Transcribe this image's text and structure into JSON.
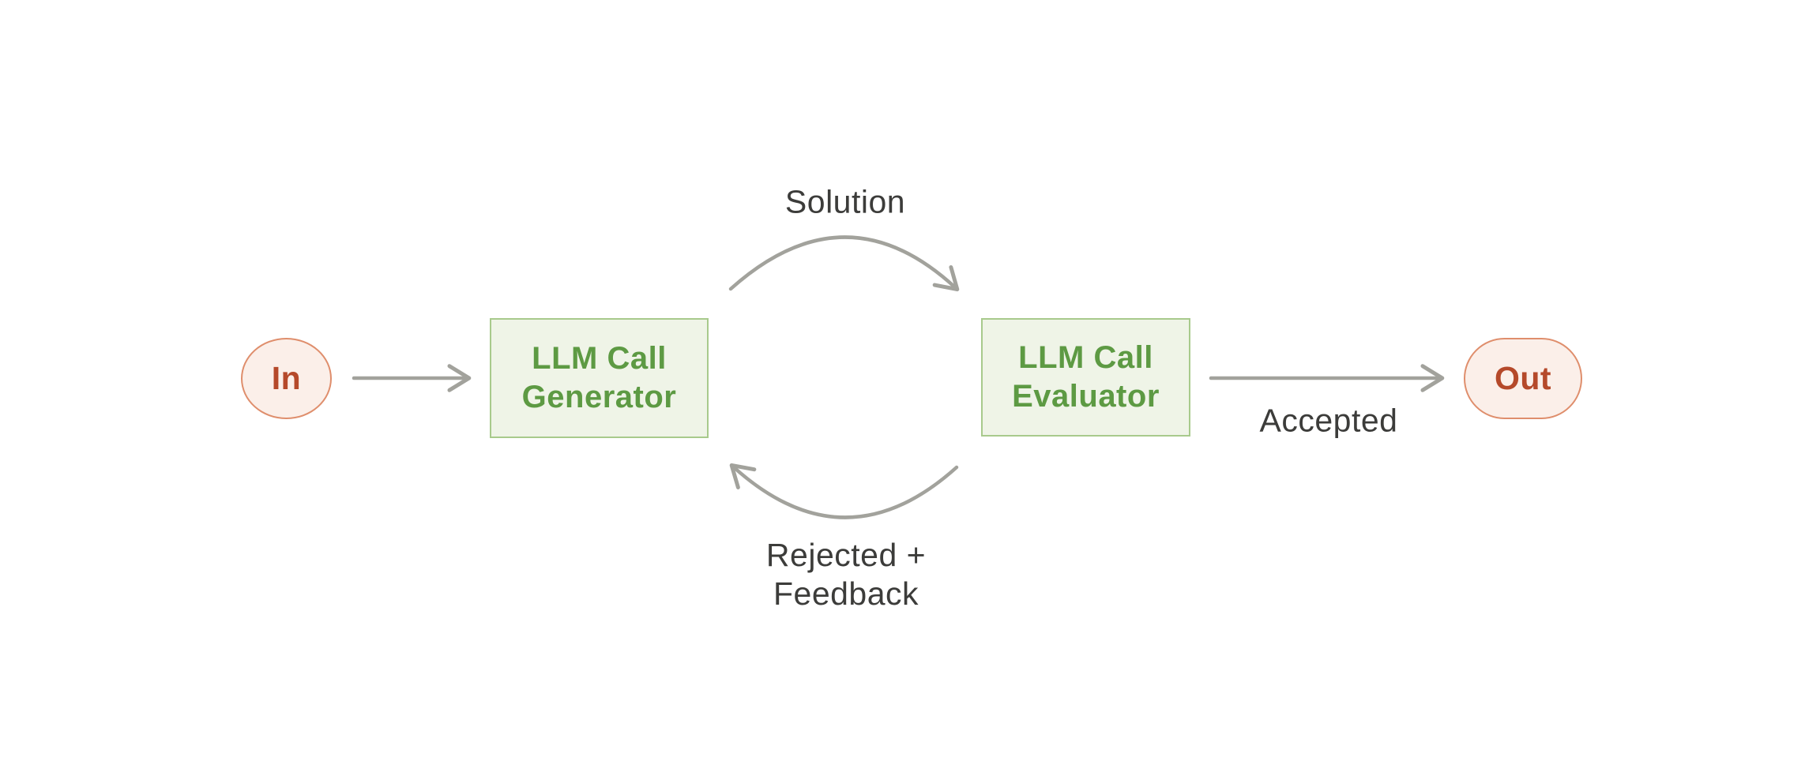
{
  "diagram": {
    "nodes": {
      "input": {
        "label": "In"
      },
      "generator": {
        "label": "LLM Call\nGenerator"
      },
      "evaluator": {
        "label": "LLM Call\nEvaluator"
      },
      "output": {
        "label": "Out"
      }
    },
    "edge_labels": {
      "solution": "Solution",
      "accepted": "Accepted",
      "rejected_feedback": "Rejected +\nFeedback"
    },
    "colors": {
      "background": "#ffffff",
      "process_fill": "#eff4e7",
      "process_border": "#a8ca8c",
      "process_text": "#5d9a43",
      "terminal_fill": "#fbefe9",
      "terminal_border": "#df8e6c",
      "terminal_text": "#b5492a",
      "arrow": "#a2a29c",
      "label_text": "#3c3c3a"
    }
  }
}
